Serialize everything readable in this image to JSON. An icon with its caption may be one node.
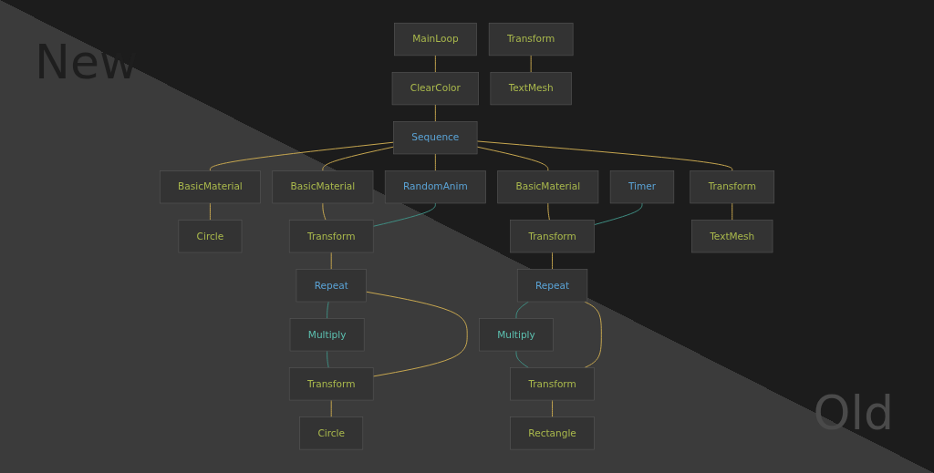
{
  "diagram": {
    "nodes": [
      {
        "text": [
          "MainLoop"
        ]
      },
      {
        "text": [
          "ClearColor"
        ]
      },
      {
        "text": [
          "Sequence"
        ]
      },
      {
        "text": [
          "BasicMaterial"
        ]
      },
      {
        "text": [
          "Circle"
        ]
      },
      {
        "text": [
          "BasicMaterial"
        ]
      },
      {
        "text": [
          "RandomAnim"
        ]
      },
      {
        "text": [
          "Transform"
        ]
      },
      {
        "text": [
          "Repeat"
        ]
      },
      {
        "text": [
          "Multiply"
        ]
      },
      {
        "text": [
          "Transform"
        ]
      },
      {
        "text": [
          "Circle"
        ]
      },
      {
        "text": [
          "BasicMaterial"
        ]
      },
      {
        "text": [
          "Timer"
        ]
      },
      {
        "text": [
          "Transform"
        ]
      },
      {
        "text": [
          "Repeat"
        ]
      },
      {
        "text": [
          "Multiply"
        ]
      },
      {
        "text": [
          "Transform"
        ]
      },
      {
        "text": [
          "Rectangle"
        ]
      },
      {
        "text": [
          "Transform"
        ]
      },
      {
        "text": [
          "TextMesh"
        ]
      },
      {
        "text": [
          "Transform"
        ]
      },
      {
        "text": [
          "TextMesh"
        ]
      }
    ],
    "edges": [
      {
        "from": 0,
        "to": 1,
        "arrow": "none"
      },
      {
        "from": 1,
        "to": 2,
        "arrow": "none"
      },
      {
        "from": 2,
        "to": 3,
        "arrow": "none"
      },
      {
        "from": 2,
        "to": 5,
        "arrow": "none"
      },
      {
        "from": 2,
        "to": 6,
        "arrow": "none"
      },
      {
        "from": 2,
        "to": 12,
        "arrow": "none"
      },
      {
        "from": 2,
        "to": 19,
        "arrow": "none"
      },
      {
        "from": 3,
        "to": 4,
        "arrow": "none"
      },
      {
        "from": 5,
        "to": 7,
        "arrow": "none"
      },
      {
        "from": 6,
        "to": 7,
        "arrow": "none",
        "color": "#3f8f84"
      },
      {
        "from": 7,
        "to": 8,
        "arrow": "none"
      },
      {
        "from": 8,
        "to": 9,
        "arrow": "none",
        "color": "#3f8f84"
      },
      {
        "from": 9,
        "to": 10,
        "arrow": "none",
        "color": "#3f8f84"
      },
      {
        "from": 8,
        "to": 10,
        "arrow": "none"
      },
      {
        "from": 10,
        "to": 11,
        "arrow": "none"
      },
      {
        "from": 12,
        "to": 14,
        "arrow": "none"
      },
      {
        "from": 13,
        "to": 14,
        "arrow": "none",
        "color": "#3f8f84"
      },
      {
        "from": 14,
        "to": 15,
        "arrow": "none"
      },
      {
        "from": 15,
        "to": 16,
        "arrow": "none",
        "color": "#3f8f84"
      },
      {
        "from": 16,
        "to": 17,
        "arrow": "none",
        "color": "#3f8f84"
      },
      {
        "from": 15,
        "to": 17,
        "arrow": "none"
      },
      {
        "from": 17,
        "to": 18,
        "arrow": "none"
      },
      {
        "from": 19,
        "to": 20,
        "arrow": "none"
      },
      {
        "from": 21,
        "to": 22,
        "arrow": "none"
      }
    ],
    "labels": [
      "New",
      "Old"
    ]
  }
}
